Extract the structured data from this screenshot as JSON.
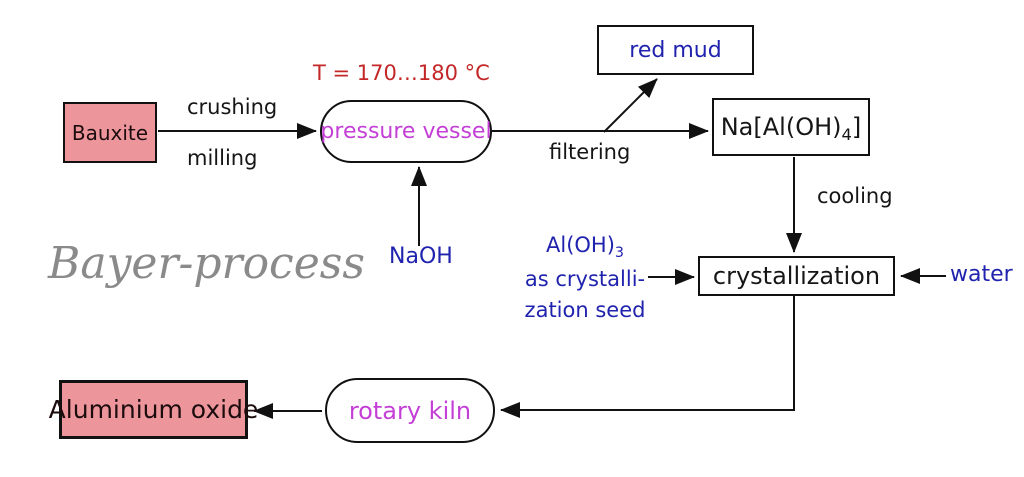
{
  "diagram_title": "Bayer-process",
  "colors": {
    "box_fill_pink": "#ec969c",
    "vessel_text_magenta": "#c43fd6",
    "chemical_text_blue": "#2023ae",
    "temperature_text_red": "#c32727",
    "title_gray": "#8a8a8a",
    "line_black": "#111111"
  },
  "nodes": {
    "bauxite": "Bauxite",
    "pressure_vessel": "pressure vessel",
    "red_mud": "red mud",
    "sodium_aluminate_prefix": "Na[Al(OH)",
    "sodium_aluminate_sub": "4",
    "sodium_aluminate_suffix": "]",
    "crystallization": "crystallization",
    "rotary_kiln": "rotary kiln",
    "aluminium_oxide": "Aluminium oxide"
  },
  "labels": {
    "temperature": "T = 170…180 °C",
    "crushing": "crushing",
    "milling": "milling",
    "filtering": "filtering",
    "naoh": "NaOH",
    "cooling": "cooling",
    "water": "water",
    "seed_formula_prefix": "Al(OH)",
    "seed_formula_sub": "3",
    "seed_line2": "as crystalli-",
    "seed_line3": "zation seed"
  }
}
